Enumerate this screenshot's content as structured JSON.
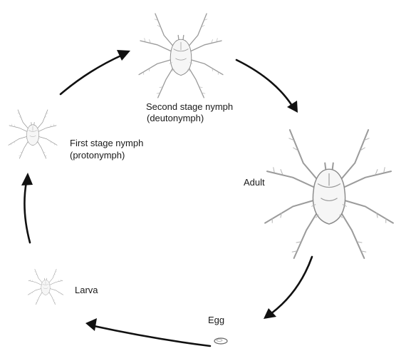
{
  "diagram": {
    "stages": [
      {
        "id": "second-nymph",
        "label_line1": "Second stage nymph",
        "label_line2": "(deutonymph)",
        "icon": "mite-icon"
      },
      {
        "id": "adult",
        "label_line1": "Adult",
        "label_line2": "",
        "icon": "mite-icon"
      },
      {
        "id": "egg",
        "label_line1": "Egg",
        "label_line2": "",
        "icon": "egg-icon"
      },
      {
        "id": "larva",
        "label_line1": "Larva",
        "label_line2": "",
        "icon": "mite-icon"
      },
      {
        "id": "first-nymph",
        "label_line1": "First stage nymph",
        "label_line2": "(protonymph)",
        "icon": "mite-icon"
      }
    ],
    "arrow_color": "#111111",
    "drawing_color": "#9b9b9b"
  }
}
